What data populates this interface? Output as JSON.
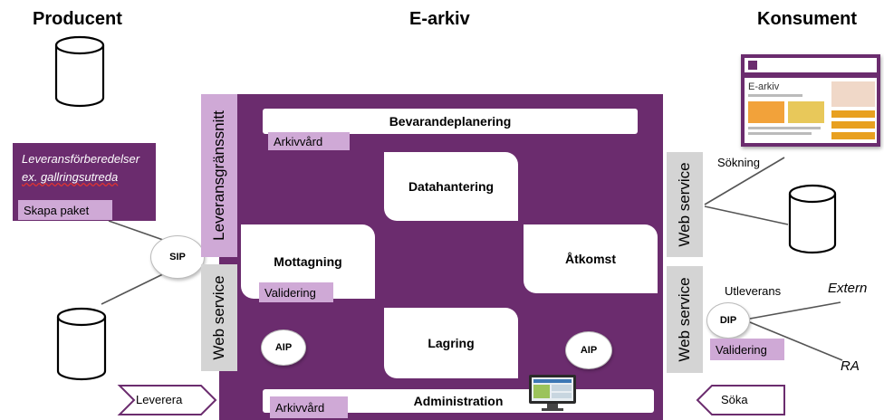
{
  "headings": {
    "producer": "Producent",
    "earchive": "E-arkiv",
    "consumer": "Konsument"
  },
  "producer": {
    "prep_line1": "Leveransförberedelser",
    "prep_line2": "ex. gallringsutreda",
    "create_package": "Skapa paket",
    "sip": "SIP",
    "deliver": "Leverera"
  },
  "archive": {
    "delivery_interface": "Leveransgränssnitt",
    "web_service_left": "Web service",
    "preservation_planning": "Bevarandeplanering",
    "archive_care_top": "Arkivvård",
    "data_management": "Datahantering",
    "ingest": "Mottagning",
    "ingest_validation": "Validering",
    "access": "Åtkomst",
    "storage": "Lagring",
    "aip_left": "AIP",
    "aip_right": "AIP",
    "administration": "Administration",
    "archive_care_bottom": "Arkivvård"
  },
  "consumer": {
    "web_service_top": "Web service",
    "web_service_bottom": "Web service",
    "search_label": "Sökning",
    "delivery_out": "Utleverans",
    "dip": "DIP",
    "validation": "Validering",
    "external": "Extern",
    "ra": "RA",
    "search_arrow": "Söka",
    "site_title": "E-arkiv"
  },
  "colors": {
    "purple": "#6b2c6e",
    "lilac": "#cfa9d6",
    "gray": "#d4d4d4",
    "connector": "#555555"
  }
}
